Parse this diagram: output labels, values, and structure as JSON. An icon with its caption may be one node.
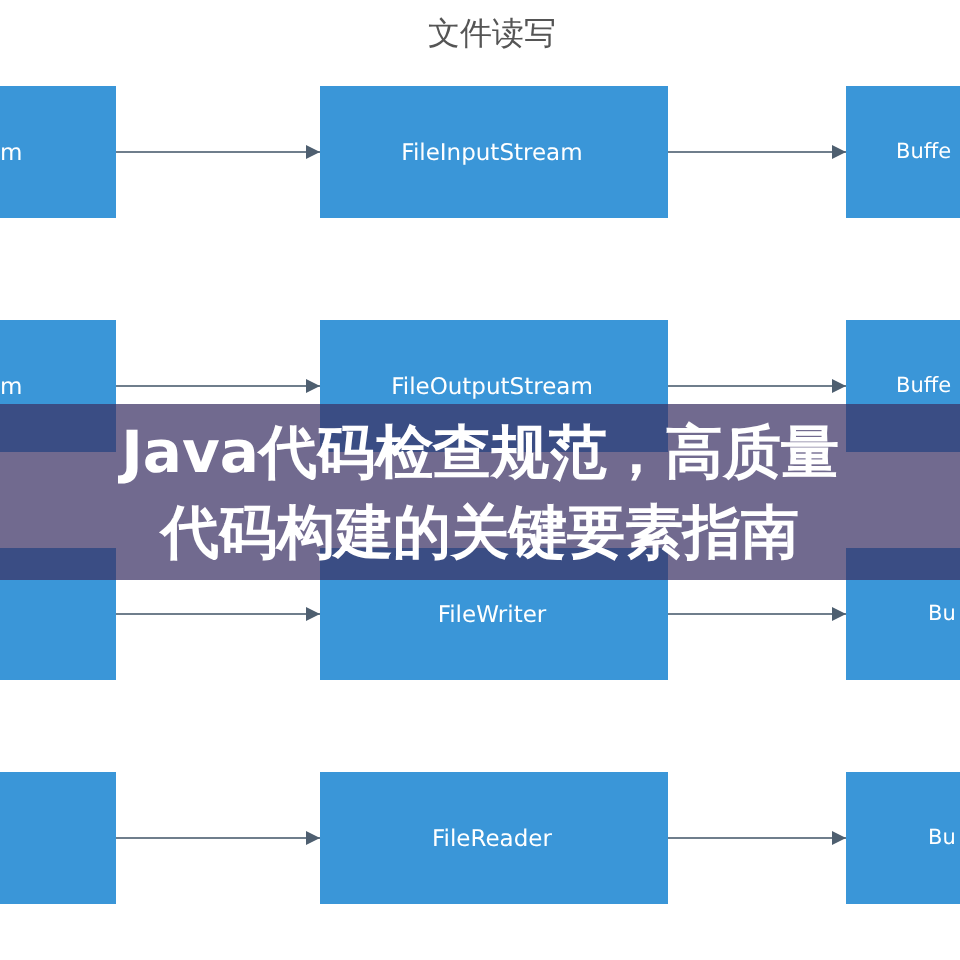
{
  "diagram": {
    "title": "文件读写",
    "nodes": [
      {
        "text": [
          "m"
        ]
      },
      {
        "text": [
          "FileInputStream"
        ]
      },
      {
        "text": [
          "Buffe"
        ]
      },
      {
        "text": [
          "m"
        ]
      },
      {
        "text": [
          "FileOutputStream"
        ]
      },
      {
        "text": [
          "Buffe"
        ]
      },
      {
        "text": [],
        "shape": "box"
      },
      {
        "text": [
          "FileWriter"
        ]
      },
      {
        "text": [
          "Bu"
        ]
      },
      {
        "text": [],
        "shape": "box"
      },
      {
        "text": [
          "FileReader"
        ]
      },
      {
        "text": [
          "Bu"
        ]
      }
    ],
    "edges": [
      {
        "from": 0,
        "to": 1,
        "arrow": "to"
      },
      {
        "from": 1,
        "to": 2,
        "arrow": "to"
      },
      {
        "from": 3,
        "to": 4,
        "arrow": "to"
      },
      {
        "from": 4,
        "to": 5,
        "arrow": "to"
      },
      {
        "from": 6,
        "to": 7,
        "arrow": "to"
      },
      {
        "from": 7,
        "to": 8,
        "arrow": "to"
      },
      {
        "from": 9,
        "to": 10,
        "arrow": "to"
      },
      {
        "from": 10,
        "to": 11,
        "arrow": "to"
      }
    ],
    "labels": [
      "Java代码检查规范，高质量代码构建的关键要素指南"
    ]
  }
}
